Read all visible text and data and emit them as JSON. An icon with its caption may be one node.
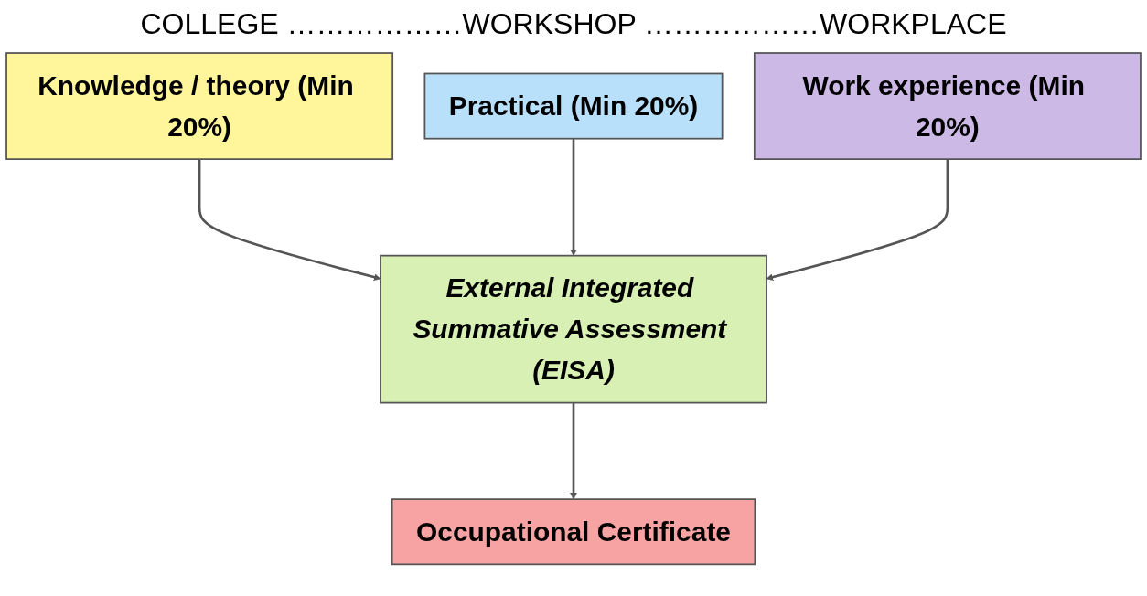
{
  "diagram": {
    "nodes": [
      {
        "text": [
          "Knowledge / theory (Min 20%)"
        ]
      },
      {
        "text": [
          "Practical (Min 20%)"
        ]
      },
      {
        "text": [
          "Work experience (Min 20%)"
        ]
      },
      {
        "text": [
          "External Integrated Summative Assessment (EISA)"
        ]
      },
      {
        "text": [
          "Occupational Certificate"
        ]
      }
    ],
    "edges": [
      {
        "from": 0,
        "to": 3,
        "arrow": "to"
      },
      {
        "from": 1,
        "to": 3,
        "arrow": "to"
      },
      {
        "from": 2,
        "to": 3,
        "arrow": "to"
      },
      {
        "from": 3,
        "to": 4,
        "arrow": "to"
      }
    ],
    "labels": [
      "COLLEGE ………………WORKSHOP ………………WORKPLACE"
    ]
  }
}
